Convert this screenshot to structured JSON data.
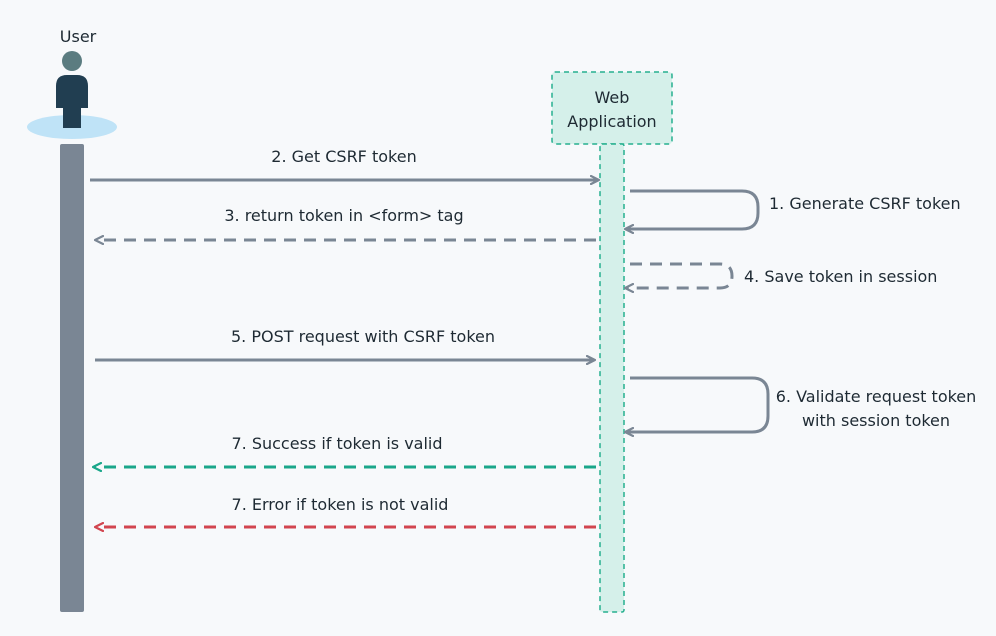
{
  "actors": {
    "user": {
      "label": "User"
    },
    "webapp": {
      "label_line1": "Web",
      "label_line2": "Application"
    }
  },
  "messages": {
    "get_token": "2. Get CSRF token",
    "return_token": "3. return token in <form> tag",
    "generate_token": "1. Generate CSRF token",
    "save_token": "4. Save token in session",
    "post_request": "5. POST request with CSRF token",
    "validate_line1": "6. Validate request token",
    "validate_line2": "with session token",
    "success": "7. Success if token is valid",
    "error": "7. Error if token is not valid"
  },
  "colors": {
    "lifeline_user": "#7a8694",
    "webapp_fill": "#d5f0ea",
    "webapp_border": "#26b08f",
    "arrow_gray": "#7a8694",
    "arrow_green": "#1aa68a",
    "arrow_red": "#d2454f",
    "user_figure": "#213e51",
    "user_head": "#5b7c80",
    "user_base": "#bfe3f7"
  }
}
